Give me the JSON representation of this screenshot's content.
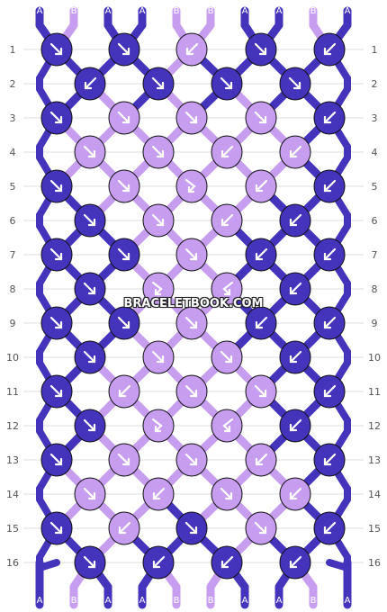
{
  "colors": {
    "A": "#4433bb",
    "B": "#c79df0"
  },
  "strands_top": [
    "A",
    "B",
    "A",
    "A",
    "B",
    "B",
    "A",
    "A",
    "B",
    "A"
  ],
  "strands_bottom": [
    "A",
    "B",
    "A",
    "A",
    "B",
    "B",
    "A",
    "A",
    "B",
    "A"
  ],
  "row_labels": [
    "1",
    "2",
    "3",
    "4",
    "5",
    "6",
    "7",
    "8",
    "9",
    "10",
    "11",
    "12",
    "13",
    "14",
    "15",
    "16"
  ],
  "watermark": "BRACELETBOOK.COM",
  "knot_icons": "direction arrows (forward / backward / forward-backward / backward-forward)"
}
